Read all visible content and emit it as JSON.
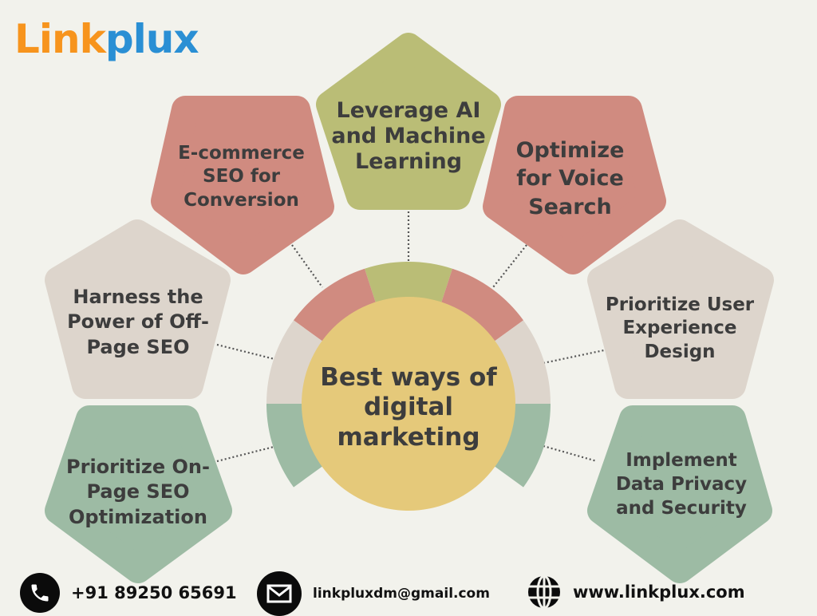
{
  "brand": {
    "part1": "Link",
    "part2": "plux",
    "colors": {
      "part1": "#f7941d",
      "part2": "#2a8fd4"
    }
  },
  "center": {
    "title": "Best ways of digital marketing",
    "lines": [
      "Best ways of",
      "digital",
      "marketing"
    ],
    "color": "#e5c97a"
  },
  "palette": {
    "background": "#f2f2ec",
    "salmon": "#d08b80",
    "olive": "#babd76",
    "beige": "#ddd5cc",
    "sage": "#9dbba4",
    "text": "#3d3d3d"
  },
  "nodes": [
    {
      "id": "leverage-ai",
      "label": "Leverage AI and Machine Learning",
      "lines": [
        "Leverage AI",
        "and Machine",
        "Learning"
      ],
      "color": "olive"
    },
    {
      "id": "ecommerce-seo",
      "label": "E-commerce SEO for Conversion",
      "lines": [
        "E-commerce",
        "SEO for",
        "Conversion"
      ],
      "color": "salmon"
    },
    {
      "id": "voice-search",
      "label": "Optimize for Voice Search",
      "lines": [
        "Optimize",
        "for Voice",
        "Search"
      ],
      "color": "salmon"
    },
    {
      "id": "off-page-seo",
      "label": "Harness the Power of Off-Page SEO",
      "lines": [
        "Harness the",
        "Power of Off-",
        "Page SEO"
      ],
      "color": "beige"
    },
    {
      "id": "ux-design",
      "label": "Prioritize User Experience Design",
      "lines": [
        "Prioritize User",
        "Experience",
        "Design"
      ],
      "color": "beige"
    },
    {
      "id": "on-page-seo",
      "label": "Prioritize On-Page SEO Optimization",
      "lines": [
        "Prioritize On-",
        "Page SEO",
        "Optimization"
      ],
      "color": "sage"
    },
    {
      "id": "data-privacy",
      "label": "Implement Data Privacy and Security",
      "lines": [
        "Implement",
        "Data Privacy",
        "and Security"
      ],
      "color": "sage"
    }
  ],
  "footer": {
    "phone": {
      "icon": "phone-icon",
      "text": "+91 89250 65691"
    },
    "email": {
      "icon": "envelope-icon",
      "text": "linkpluxdm@gmail.com"
    },
    "website": {
      "icon": "globe-icon",
      "text": "www.linkplux.com"
    }
  }
}
